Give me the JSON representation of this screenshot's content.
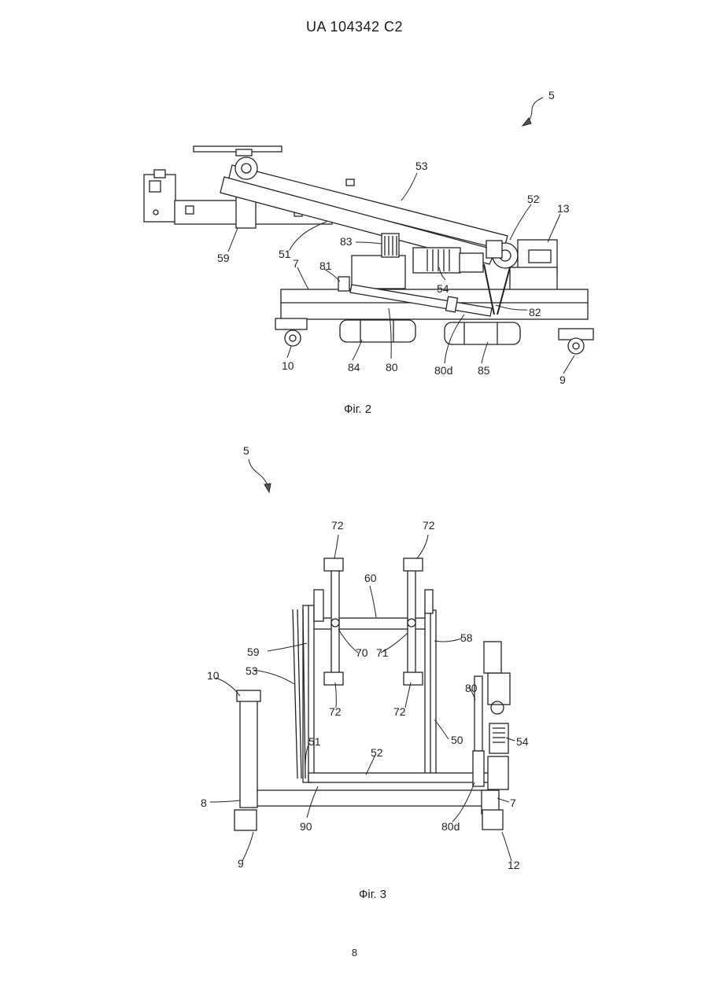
{
  "header": {
    "doc_id": "UA   104342   C2"
  },
  "figure2": {
    "caption": "Фіг. 2",
    "labels": [
      "5",
      "53",
      "52",
      "13",
      "59",
      "51",
      "83",
      "81",
      "7",
      "54",
      "82",
      "10",
      "84",
      "80",
      "80d",
      "85",
      "9"
    ]
  },
  "figure3": {
    "caption": "Фіг. 3",
    "labels": [
      "5",
      "72",
      "72",
      "60",
      "59",
      "70",
      "71",
      "58",
      "10",
      "53",
      "72",
      "72",
      "80",
      "54",
      "51",
      "52",
      "50",
      "8",
      "7",
      "90",
      "80d",
      "9",
      "12"
    ]
  },
  "footer": {
    "page_number": "8"
  }
}
